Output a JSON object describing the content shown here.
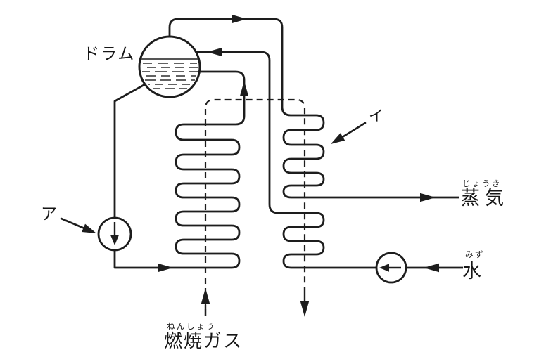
{
  "labels": {
    "drum": "ドラム",
    "pointer_a": "ア",
    "pointer_i": "イ",
    "steam": "蒸気",
    "steam_reading": "じょうき",
    "water": "水",
    "water_reading": "みず",
    "combustion_gas": "燃焼ガス",
    "combustion_gas_reading": "ねんしょう"
  },
  "colors": {
    "line": "#1d1d1d",
    "text": "#161616",
    "background": "#ffffff"
  }
}
